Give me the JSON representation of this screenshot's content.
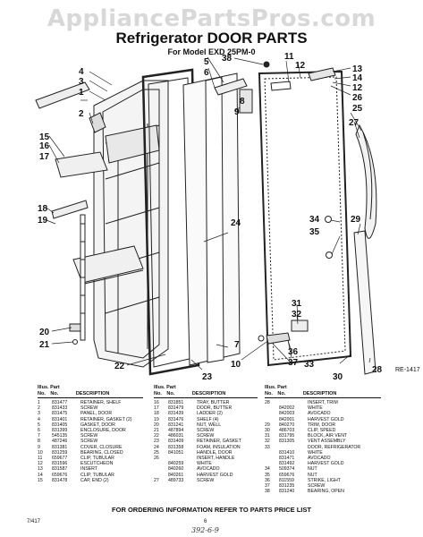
{
  "watermark": "AppliancePartsPros.com",
  "title": "Refrigerator DOOR PARTS",
  "model": "For Model EXD 25PM-0",
  "revision": "RE-1417",
  "headers": {
    "illus": "Illus.",
    "no": "No.",
    "part": "Part",
    "desc": "DESCRIPTION"
  },
  "callouts": [
    "1",
    "2",
    "3",
    "4",
    "5",
    "6",
    "7",
    "8",
    "9",
    "10",
    "11",
    "12",
    "13",
    "14",
    "15",
    "16",
    "17",
    "18",
    "19",
    "20",
    "21",
    "22",
    "23",
    "24",
    "25",
    "26",
    "27",
    "28",
    "29",
    "30",
    "31",
    "32",
    "33",
    "34",
    "35",
    "36",
    "37",
    "38"
  ],
  "parts_col1": [
    [
      "1",
      "831477",
      "RETAINER, SHELF"
    ],
    [
      "2",
      "831433",
      "SCREW"
    ],
    [
      "3",
      "831475",
      "PANEL, DOOR"
    ],
    [
      "4",
      "831401",
      "RETAINER, GASKET (2)"
    ],
    [
      "5",
      "831405",
      "GASKET, DOOR"
    ],
    [
      "6",
      "831399",
      "ENCLOSURE, DOOR"
    ],
    [
      "7",
      "545135",
      "SCREW"
    ],
    [
      "8",
      "487246",
      "SCREW"
    ],
    [
      "9",
      "831381",
      "COVER, CLOSURE"
    ],
    [
      "10",
      "831259",
      "BEARING, CLOSED"
    ],
    [
      "11",
      "659677",
      "CLIP, TUBULAR"
    ],
    [
      "12",
      "831596",
      "ESCUTCHEON"
    ],
    [
      "13",
      "831587",
      "INSERT"
    ],
    [
      "14",
      "659676",
      "CLIP, TUBULAR"
    ],
    [
      "15",
      "831478",
      "CAP, END (2)"
    ]
  ],
  "parts_col2": [
    [
      "16",
      "831851",
      "TRAY, BUTTER"
    ],
    [
      "17",
      "831479",
      "DOOR, BUTTER"
    ],
    [
      "18",
      "831439",
      "LADDER (2)"
    ],
    [
      "19",
      "831476",
      "SHELF (4)"
    ],
    [
      "20",
      "831241",
      "NUT, WELL"
    ],
    [
      "21",
      "487894",
      "SCREW"
    ],
    [
      "22",
      "486031",
      "SCREW"
    ],
    [
      "23",
      "831409",
      "RETAINER, GASKET"
    ],
    [
      "24",
      "831358",
      "FOAM, INSULATION"
    ],
    [
      "25",
      "841051",
      "HANDLE, DOOR"
    ],
    [
      "26",
      "",
      "INSERT, HANDLE"
    ],
    [
      "",
      "840259",
      "WHITE"
    ],
    [
      "",
      "840260",
      "AVOCADO"
    ],
    [
      "",
      "840261",
      "HARVEST GOLD"
    ],
    [
      "27",
      "489733",
      "SCREW"
    ]
  ],
  "parts_col3": [
    [
      "28",
      "",
      "INSERT, TRIM"
    ],
    [
      "",
      "842002",
      "WHITE"
    ],
    [
      "",
      "842003",
      "AVOCADO"
    ],
    [
      "",
      "842001",
      "HARVEST GOLD"
    ],
    [
      "29",
      "840270",
      "TRIM, DOOR"
    ],
    [
      "30",
      "486703",
      "CLIP, SPEED"
    ],
    [
      "31",
      "831795",
      "BLOCK, AIR VENT"
    ],
    [
      "32",
      "831305",
      "VENT ASSEMBLY"
    ],
    [
      "33",
      "",
      "DOOR, REFRIGERATOR"
    ],
    [
      "",
      "831410",
      "WHITE"
    ],
    [
      "",
      "831471",
      "AVOCADO"
    ],
    [
      "",
      "831492",
      "HARVEST GOLD"
    ],
    [
      "34",
      "509374",
      "NUT"
    ],
    [
      "35",
      "659676",
      "NUT"
    ],
    [
      "36",
      "811559",
      "STRIKE, LIGHT"
    ],
    [
      "37",
      "831235",
      "SCREW"
    ],
    [
      "38",
      "831240",
      "BEARING, OPEN"
    ]
  ],
  "footer": {
    "order": "FOR ORDERING INFORMATION REFER TO PARTS PRICE LIST",
    "code": "7/417",
    "page": "6",
    "date": "392-6-9"
  }
}
